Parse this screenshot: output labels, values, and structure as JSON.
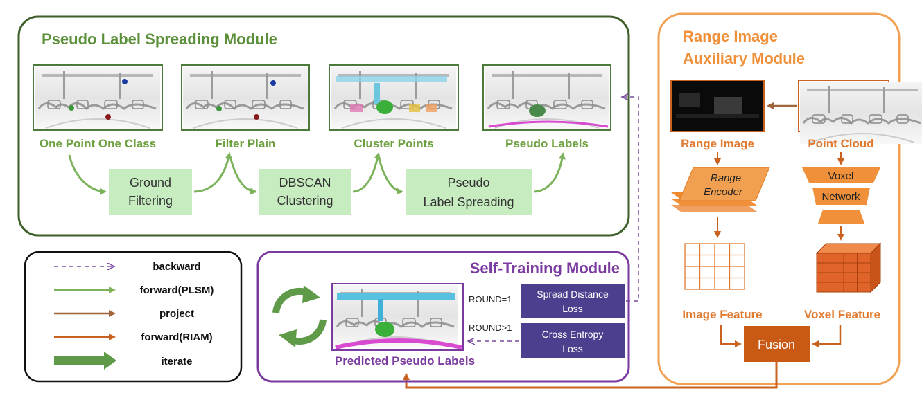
{
  "plsm": {
    "title": "Pseudo Label Spreading Module",
    "stages": [
      "One Point One Class",
      "Filter Plain",
      "Cluster Points",
      "Pseudo Labels"
    ],
    "steps": [
      {
        "line1": "Ground",
        "line2": "Filtering"
      },
      {
        "line1": "DBSCAN",
        "line2": "Clustering"
      },
      {
        "line1": "Pseudo",
        "line2": "Label Spreading"
      }
    ]
  },
  "riam": {
    "title_line1": "Range Image",
    "title_line2": "Auxiliary Module",
    "range_image": "Range Image",
    "point_cloud": "Point Cloud",
    "encoder_line1": "Range",
    "encoder_line2": "Encoder",
    "voxel": "Voxel",
    "network": "Network",
    "image_feature": "Image Feature",
    "voxel_feature": "Voxel Feature",
    "fusion": "Fusion"
  },
  "stm": {
    "title": "Self-Training Module",
    "predicted": "Predicted Pseudo Labels",
    "round1": "ROUND=1",
    "round2": "ROUND>1",
    "loss1_line1": "Spread Distance",
    "loss1_line2": "Loss",
    "loss2_line1": "Cross Entropy",
    "loss2_line2": "Loss"
  },
  "legend": {
    "items": [
      "backward",
      "forward(PLSM)",
      "project",
      "forward(RIAM)",
      "iterate"
    ]
  },
  "colors": {
    "plsm_border": "#3d5f2a",
    "riam_border": "#f0a050",
    "stm_border": "#7a3aa0",
    "step_fill": "#c6ecc0",
    "loss_fill": "#4b3f8e",
    "fusion_fill": "#c85a16",
    "forward_plsm": "#7bb25a",
    "project": "#a0663a",
    "forward_riam": "#c8621e",
    "backward": "#7a4aa0",
    "iterate": "#5f9a48"
  }
}
